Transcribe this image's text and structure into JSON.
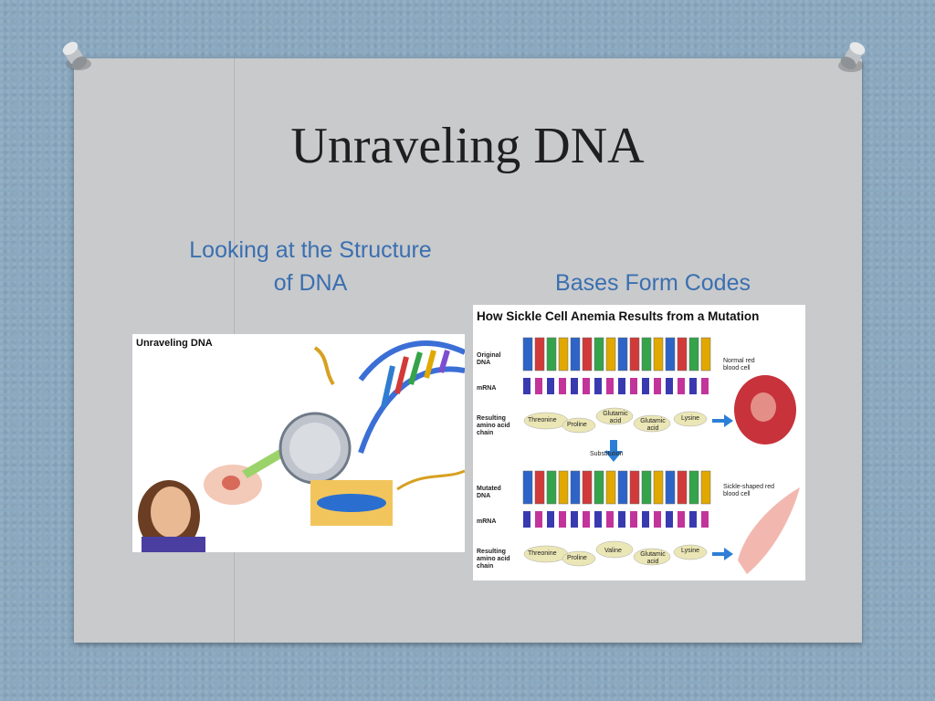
{
  "slide": {
    "title": "Unraveling DNA",
    "left_caption_line1": "Looking at the Structure",
    "left_caption_line2": "of DNA",
    "right_caption": "Bases Form Codes"
  },
  "left_image": {
    "title": "Unraveling DNA"
  },
  "right_image": {
    "title": "How Sickle Cell Anemia Results from a Mutation",
    "row_labels": {
      "original_dna": "Original DNA",
      "mrna": "mRNA",
      "resulting_chain": "Resulting amino acid chain",
      "mutated_dna": "Mutated DNA",
      "mrna2": "mRNA",
      "resulting_chain2": "Resulting amino acid chain"
    },
    "normal_chain": [
      "Threonine",
      "Proline",
      "Glutamic acid",
      "Glutamic acid",
      "Lysine"
    ],
    "mutated_chain": [
      "Threonine",
      "Proline",
      "Valine",
      "Glutamic acid",
      "Lysine"
    ],
    "substitution": "Substitution",
    "normal_cell": "Normal red blood cell",
    "sickle_cell": "Sickle-shaped red blood cell"
  }
}
